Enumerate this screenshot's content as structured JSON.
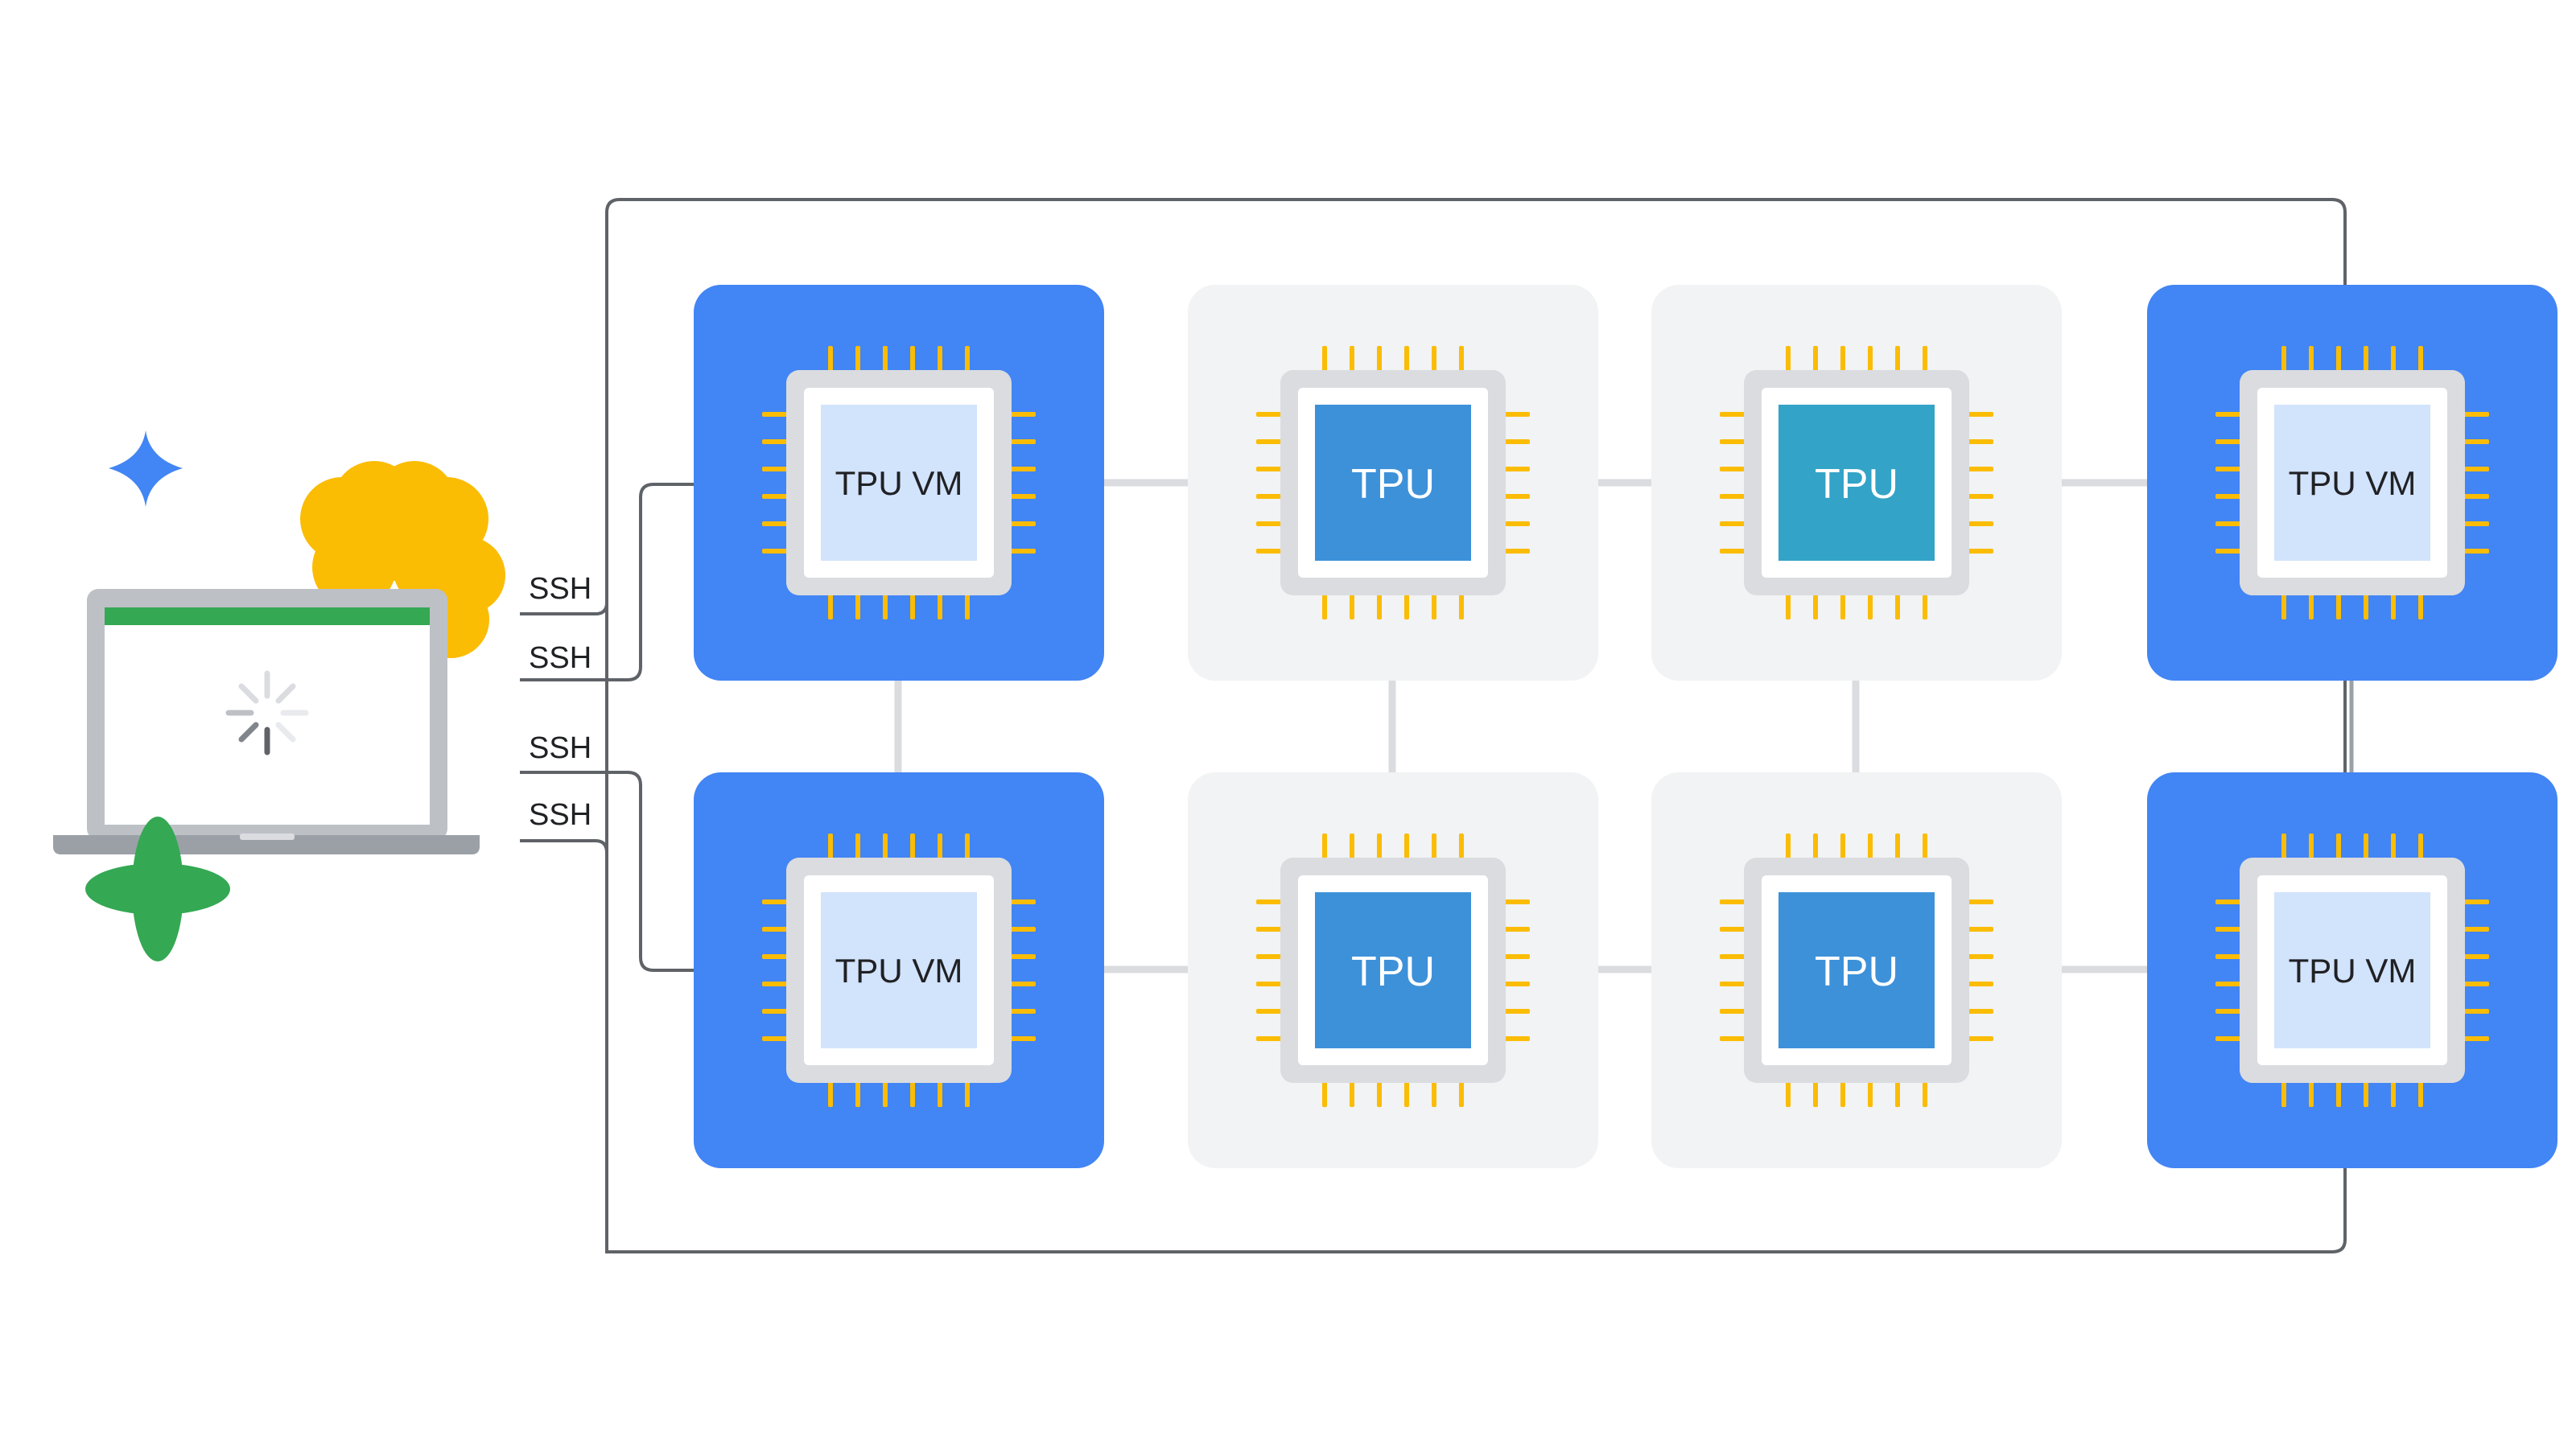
{
  "diagram": {
    "ssh_labels": [
      "SSH",
      "SSH",
      "SSH",
      "SSH"
    ],
    "hosts": [
      {
        "kind": "vm",
        "label": "TPU VM"
      },
      {
        "kind": "tpu",
        "label": "TPU"
      },
      {
        "kind": "tpu",
        "label": "TPU"
      },
      {
        "kind": "vm",
        "label": "TPU VM"
      },
      {
        "kind": "vm",
        "label": "TPU VM"
      },
      {
        "kind": "tpu",
        "label": "TPU"
      },
      {
        "kind": "tpu",
        "label": "TPU"
      },
      {
        "kind": "vm",
        "label": "TPU VM"
      }
    ]
  },
  "colors": {
    "vm_tile": "#4285f4",
    "tpu_tile": "#f1f3f4",
    "chip_body": "#dadce0",
    "chip_pins": "#fbbc04",
    "vm_core": "#d2e3fc",
    "tpu_core_a": "#3d91d9",
    "tpu_core_b": "#33a3c7",
    "link_line": "#dadce0",
    "frame_line": "#5f6368",
    "laptop_bar": "#34a853",
    "spark": "#4285f4",
    "flower": "#fbbc04",
    "clover": "#34a853"
  },
  "icons": [
    "sparkle-icon",
    "flower-icon",
    "laptop-icon",
    "loading-spinner-icon",
    "clover-icon",
    "chip-icon"
  ]
}
